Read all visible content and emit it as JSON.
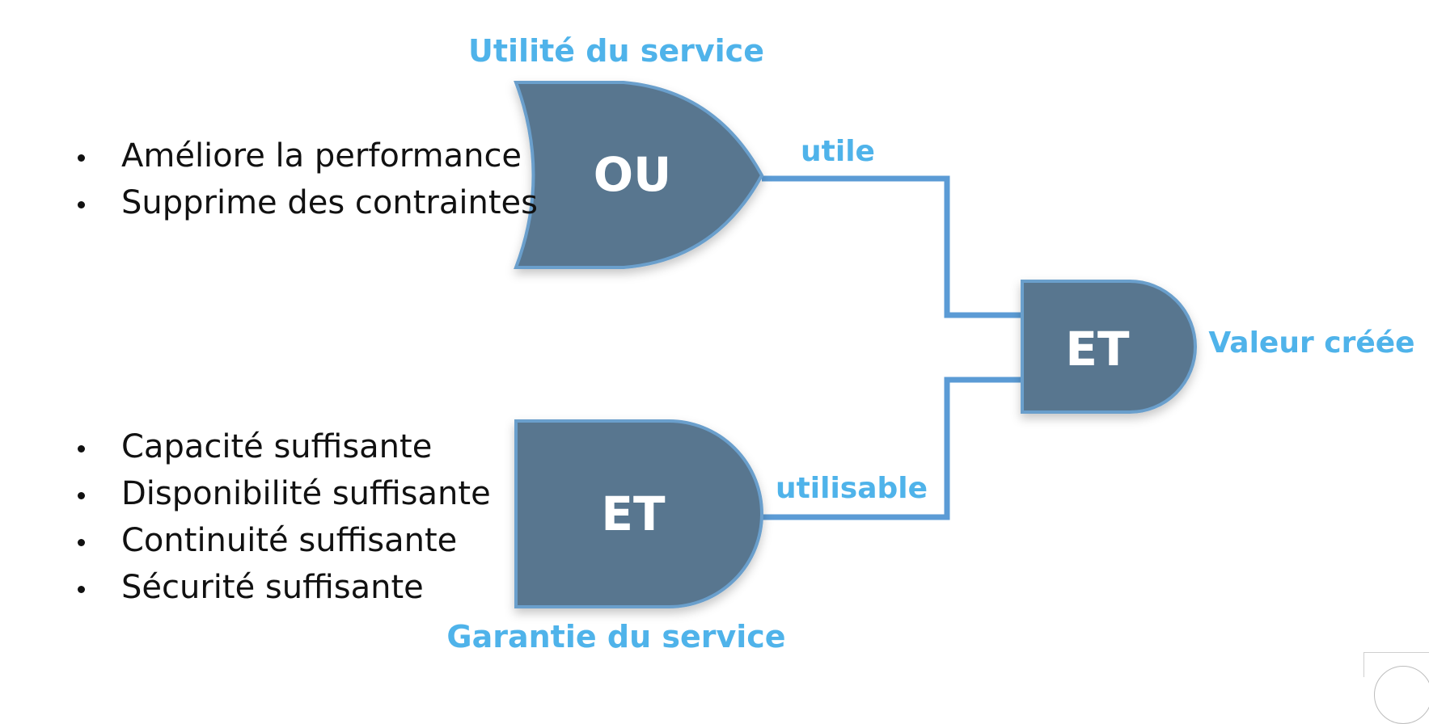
{
  "diagram": {
    "utility_title": "Utilité du service",
    "warranty_title": "Garantie du service",
    "or_gate_label": "OU",
    "warranty_gate_label": "ET",
    "value_gate_label": "ET",
    "wire_utile_label": "utile",
    "wire_utilisable_label": "utilisable",
    "output_label": "Valeur créée",
    "utility_items": [
      "Améliore la performance",
      "Supprime des contraintes"
    ],
    "warranty_items": [
      "Capacité suffisante",
      "Disponibilité suffisante",
      "Continuité suffisante",
      "Sécurité suffisante"
    ]
  },
  "colors": {
    "gate_fill": "#58768F",
    "gate_stroke": "#6A9FCC",
    "wire": "#5B9BD5",
    "label_blue": "#4FB3EA"
  }
}
